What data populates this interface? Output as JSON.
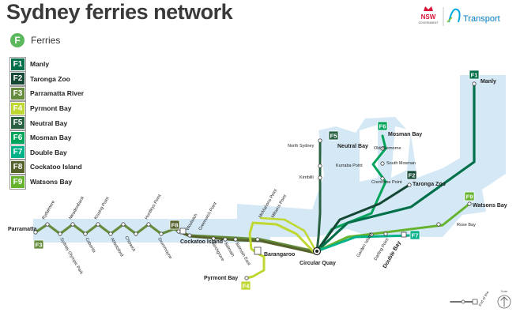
{
  "title": "Sydney ferries network",
  "brand": {
    "nsw": "NSW",
    "nsw_sub": "GOVERNMENT",
    "transport": "Transport"
  },
  "mode": {
    "letter": "F",
    "label": "Ferries",
    "color": "#5cb85c"
  },
  "routes": [
    {
      "code": "F1",
      "name": "Manly",
      "color": "#00704a"
    },
    {
      "code": "F2",
      "name": "Taronga Zoo",
      "color": "#144734"
    },
    {
      "code": "F3",
      "name": "Parramatta River",
      "color": "#648c3c"
    },
    {
      "code": "F4",
      "name": "Pyrmont Bay",
      "color": "#bfd730"
    },
    {
      "code": "F5",
      "name": "Neutral Bay",
      "color": "#286142"
    },
    {
      "code": "F6",
      "name": "Mosman Bay",
      "color": "#00a45a"
    },
    {
      "code": "F7",
      "name": "Double Bay",
      "color": "#00b189"
    },
    {
      "code": "F8",
      "name": "Cockatoo Island",
      "color": "#55622b"
    },
    {
      "code": "F9",
      "name": "Watsons Bay",
      "color": "#65b32e"
    }
  ],
  "stops": {
    "parramatta": "Parramatta",
    "rydalmere": "Rydalmere",
    "sydney_olympic_park": "Sydney Olympic Park",
    "meadowbank": "Meadowbank",
    "kissing_point": "Kissing Point",
    "cabarita": "Cabarita",
    "abbotsford": "Abbotsford",
    "chiswick": "Chiswick",
    "huntleys_point": "Huntleys Point",
    "drummoyne": "Drummoyne",
    "woolwich": "Woolwich",
    "greenwich_point": "Greenwich Point",
    "cockatoo_island": "Cockatoo Island",
    "birchgrove": "Birchgrove",
    "balmain": "Balmain",
    "balmain_east": "Balmain East",
    "mcmahons_point": "McMahons Point",
    "milsons_point": "Milsons Point",
    "barangaroo": "Barangaroo",
    "pyrmont_bay": "Pyrmont Bay",
    "circular_quay": "Circular Quay",
    "north_sydney": "North Sydney",
    "neutral_bay": "Neutral Bay",
    "kurraba_point": "Kurraba Point",
    "kirribilli": "Kirribilli",
    "mosman_bay": "Mosman Bay",
    "old_cremorne": "Old Cremorne",
    "south_mosman": "South Mosman",
    "cremorne_point": "Cremorne Point",
    "taronga_zoo": "Taronga Zoo",
    "manly": "Manly",
    "watsons_bay": "Watsons Bay",
    "rose_bay": "Rose Bay",
    "garden_island": "Garden Island",
    "darling_point": "Darling Point",
    "double_bay": "Double Bay"
  },
  "footer": {
    "scale": "Scale",
    "legend_note": "End of line"
  },
  "colors": {
    "water": "#d5e8f5",
    "title": "#3a3a3a"
  }
}
